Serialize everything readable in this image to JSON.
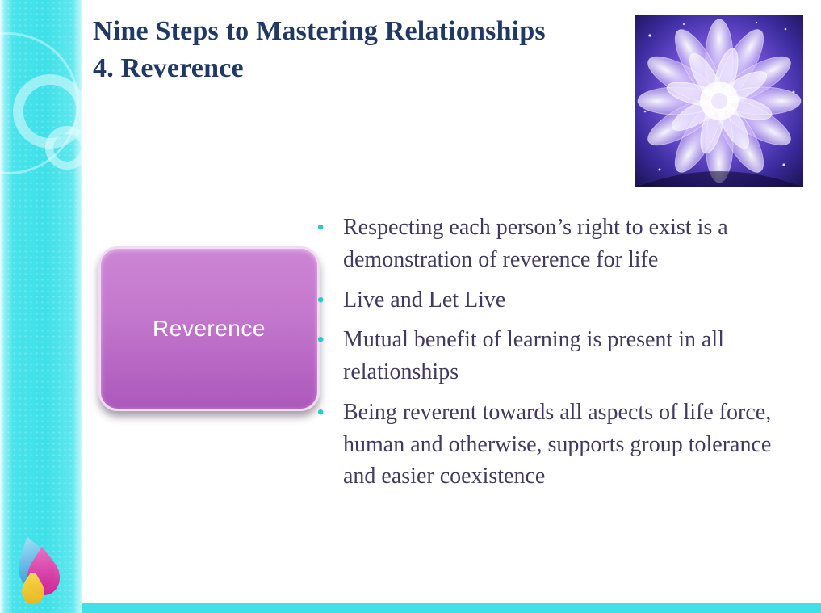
{
  "slide": {
    "title_line1": "Nine Steps to Mastering Relationships",
    "title_line2": "4. Reverence",
    "box_label": "Reverence",
    "bullet_char": "•",
    "bullets": [
      "Respecting each person’s right to exist is a demonstration of reverence for life",
      "Live and Let Live",
      "Mutual benefit of learning is present in all relationships",
      "Being reverent towards all aspects of life force, human and otherwise, supports group tolerance and easier coexistence"
    ],
    "colors": {
      "sidebar": "#3FE0E8",
      "title_text": "#1F3864",
      "body_text": "#413A5E",
      "bullet_marker": "#2BC7CF",
      "box_top": "#CD85D5",
      "box_bottom": "#AC58BC",
      "box_border": "#F2D9F4",
      "box_text": "#FFFFFF"
    }
  }
}
